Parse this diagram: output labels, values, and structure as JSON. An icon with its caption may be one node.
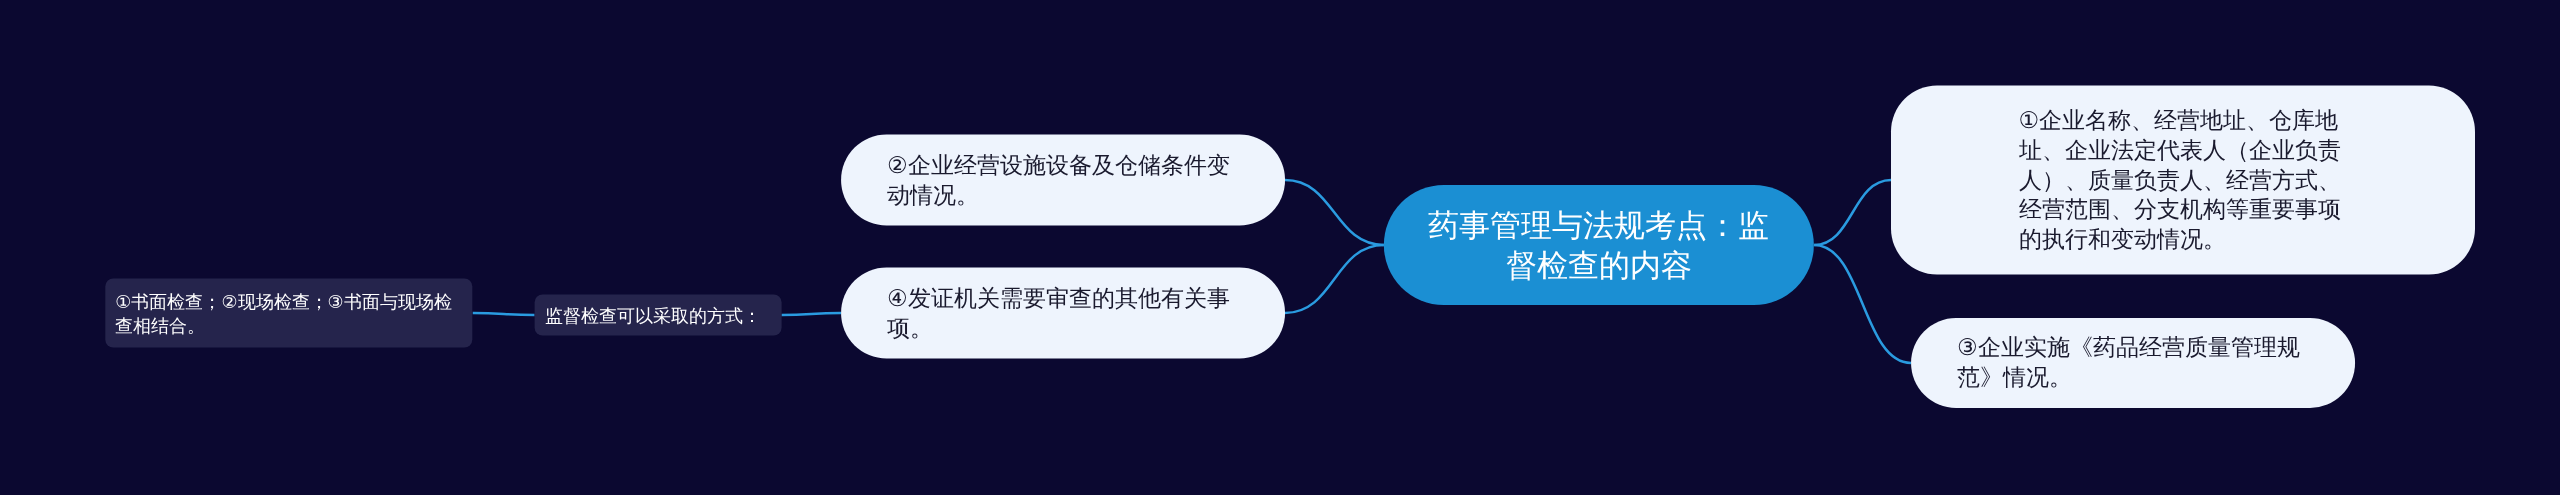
{
  "diagram": {
    "nodes": [
      {
        "text": [
          "药事管理与法规考点：监督检查的内容"
        ]
      },
      {
        "text": [
          "②企业经营设施设备及仓储条件变动情况。"
        ]
      },
      {
        "text": [
          "①企业名称、经营地址、仓库地址、企业法定代表人（企业负责人）、质量负责人、经营方式、经营范围、分支机构等重要事项的执行和变动情况。"
        ]
      },
      {
        "text": [
          "④发证机关需要审查的其他有关事项。"
        ]
      },
      {
        "text": [
          "③企业实施《药品经营质量管理规范》情况。"
        ]
      },
      {
        "text": [
          "监督检查可以采取的方式："
        ]
      },
      {
        "text": [
          "①书面检查；②现场检查；③书面与现场检查相结合。"
        ]
      }
    ],
    "edges": [
      {
        "from": 0,
        "to": 1,
        "arrow": "none"
      },
      {
        "from": 0,
        "to": 2,
        "arrow": "none"
      },
      {
        "from": 0,
        "to": 3,
        "arrow": "none"
      },
      {
        "from": 0,
        "to": 4,
        "arrow": "none"
      },
      {
        "from": 3,
        "to": 5,
        "arrow": "none"
      },
      {
        "from": 5,
        "to": 6,
        "arrow": "none"
      }
    ]
  }
}
